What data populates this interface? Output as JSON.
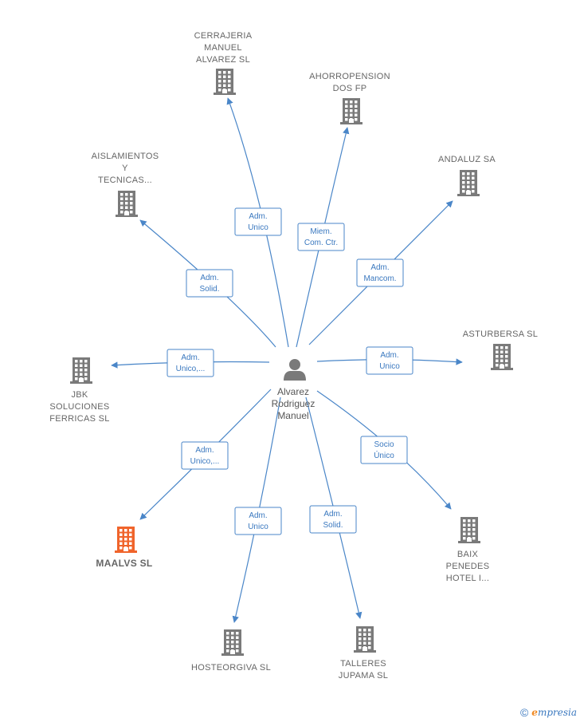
{
  "center": {
    "name_lines": [
      "Alvarez",
      "Rodriguez",
      "Manuel"
    ],
    "icon": "person-icon"
  },
  "companies": [
    {
      "id": "cerrajeria",
      "label_lines": [
        "CERRAJERIA",
        "MANUEL",
        "ALVAREZ SL"
      ],
      "role_lines": [
        "Adm.",
        "Unico"
      ],
      "icon": "building-icon",
      "active": false
    },
    {
      "id": "ahorropension",
      "label_lines": [
        "AHORROPENSION",
        "DOS FP"
      ],
      "role_lines": [
        "Miem.",
        "Com. Ctr."
      ],
      "icon": "building-icon",
      "active": false
    },
    {
      "id": "andaluz",
      "label_lines": [
        "ANDALUZ SA"
      ],
      "role_lines": [
        "Adm.",
        "Mancom."
      ],
      "icon": "building-icon",
      "active": false
    },
    {
      "id": "aislamientos",
      "label_lines": [
        "AISLAMIENTOS",
        "Y",
        "TECNICAS..."
      ],
      "role_lines": [
        "Adm.",
        "Solid."
      ],
      "icon": "building-icon",
      "active": false
    },
    {
      "id": "asturbersa",
      "label_lines": [
        "ASTURBERSA SL"
      ],
      "role_lines": [
        "Adm.",
        "Unico"
      ],
      "icon": "building-icon",
      "active": false
    },
    {
      "id": "jbk",
      "label_lines": [
        "JBK",
        "SOLUCIONES",
        "FERRICAS  SL"
      ],
      "role_lines": [
        "Adm.",
        "Unico,..."
      ],
      "icon": "building-icon",
      "active": false
    },
    {
      "id": "maalvs",
      "label_lines": [
        "MAALVS  SL"
      ],
      "role_lines": [
        "Adm.",
        "Unico,..."
      ],
      "icon": "building-icon",
      "active": true
    },
    {
      "id": "baix",
      "label_lines": [
        "BAIX",
        "PENEDES",
        "HOTEL I..."
      ],
      "role_lines": [
        "Socio",
        "Único"
      ],
      "icon": "building-icon",
      "active": false
    },
    {
      "id": "hosteorgiva",
      "label_lines": [
        "HOSTEORGIVA SL"
      ],
      "role_lines": [
        "Adm.",
        "Unico"
      ],
      "icon": "building-icon",
      "active": false
    },
    {
      "id": "talleres",
      "label_lines": [
        "TALLERES",
        "JUPAMA  SL"
      ],
      "role_lines": [
        "Adm.",
        "Solid."
      ],
      "icon": "building-icon",
      "active": false
    }
  ],
  "colors": {
    "edge": "#4a86c8",
    "building": "#7a7a7a",
    "building_active": "#f0642b",
    "person": "#7a7a7a"
  },
  "footer": {
    "copyright_symbol": "©",
    "brand_first": "e",
    "brand_rest": "mpresia"
  }
}
